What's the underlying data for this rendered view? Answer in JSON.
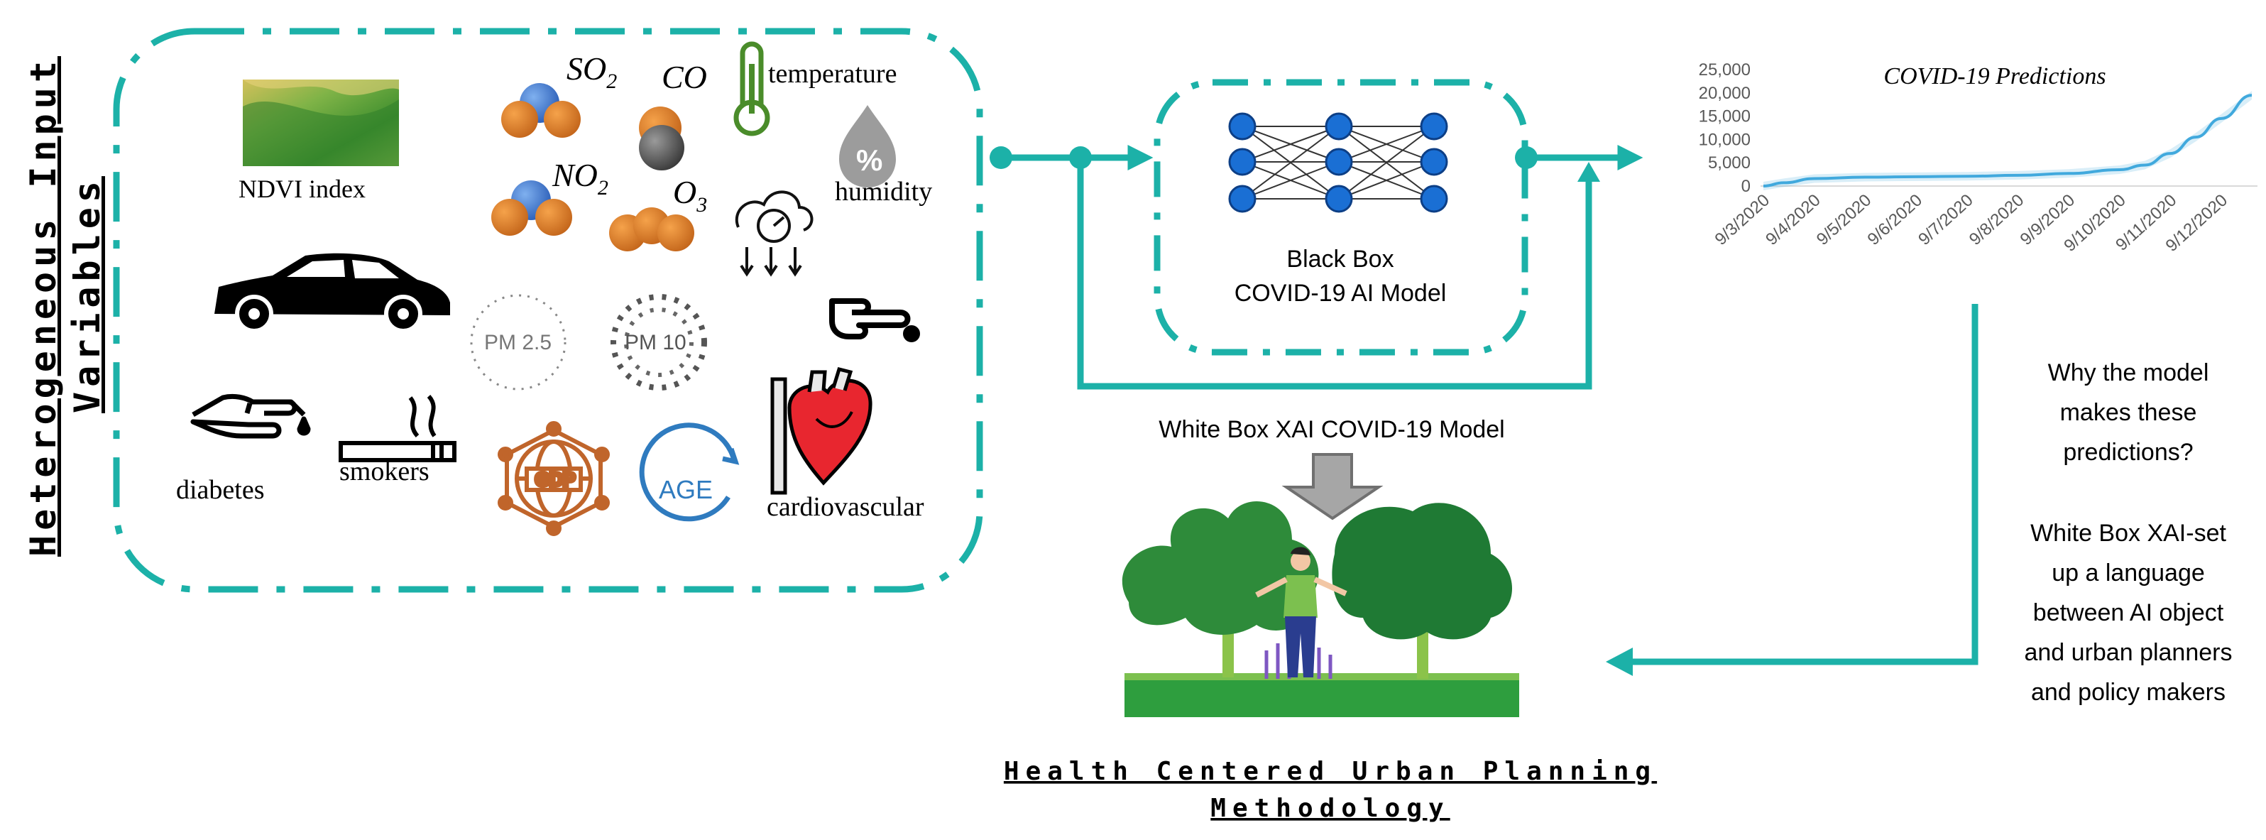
{
  "side_title": {
    "line1": "Heterogeneous Input",
    "line2": "Variables"
  },
  "inputs": {
    "ndvi": "NDVI index",
    "so2": "SO",
    "so2_sub": "2",
    "co": "CO",
    "temperature": "temperature",
    "no2": "NO",
    "no2_sub": "2",
    "o3": "O",
    "o3_sub": "3",
    "humidity": "humidity",
    "humidity_symbol": "%",
    "pm25": "PM 2.5",
    "pm10": "PM 10",
    "diabetes": "diabetes",
    "smokers": "smokers",
    "gdp": "GDP",
    "age": "AGE",
    "cardiovascular": "cardiovascular"
  },
  "black_box": {
    "line1": "Black Box",
    "line2": "COVID-19 AI Model"
  },
  "white_box_label": "White Box XAI COVID-19 Model",
  "explanation": {
    "question": [
      "Why the model",
      "makes these",
      "predictions?"
    ],
    "answer": [
      "White Box XAI-set",
      "up a language",
      "between AI object",
      "and urban planners",
      "and policy makers"
    ]
  },
  "bottom_title": {
    "line1": "Health Centered Urban Planning",
    "line2": "Methodology"
  },
  "colors": {
    "teal": "#1cb1a8",
    "series": "#41a9dd",
    "heart": "#e8262f",
    "orange": "#c0652b",
    "age_blue": "#2f7bbf"
  },
  "chart_data": {
    "type": "line",
    "title": "COVID-19 Predictions",
    "x_tick_labels": [
      "9/3/2020",
      "9/4/2020",
      "9/5/2020",
      "9/6/2020",
      "9/7/2020",
      "9/8/2020",
      "9/9/2020",
      "9/10/2020",
      "9/11/2020",
      "9/12/2020"
    ],
    "y_tick_labels": [
      "0",
      "5,000",
      "10,000",
      "15,000",
      "20,000",
      "25,000"
    ],
    "ylim": [
      0,
      25000
    ],
    "x": [
      "9/3/2020",
      "9/3/2020",
      "9/4/2020",
      "9/5/2020",
      "9/6/2020",
      "9/7/2020",
      "9/8/2020",
      "9/9/2020",
      "9/10/2020",
      "9/10/2020",
      "9/11/2020",
      "9/11/2020",
      "9/12/2020",
      "9/12/2020"
    ],
    "x_pos": [
      0,
      0.4,
      1,
      2,
      3,
      4,
      5,
      6,
      7,
      7.5,
      8,
      8.5,
      9,
      9.6
    ],
    "values": [
      0,
      700,
      1600,
      1900,
      2000,
      2100,
      2300,
      2700,
      3500,
      4500,
      7000,
      10500,
      14500,
      19500
    ],
    "grid": false,
    "legend": "none"
  }
}
